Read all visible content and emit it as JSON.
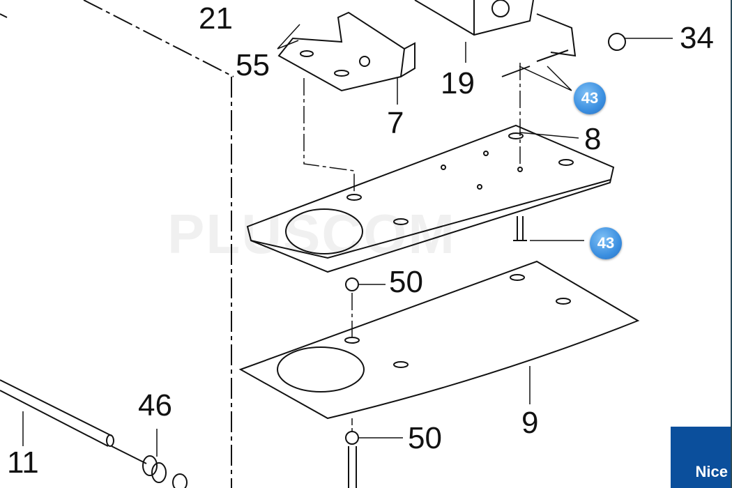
{
  "labels": {
    "l21": "21",
    "l55": "55",
    "l7": "7",
    "l19": "19",
    "l34": "34",
    "l8": "8",
    "l50a": "50",
    "l9": "9",
    "l50b": "50",
    "l46": "46",
    "l11": "11"
  },
  "badges": [
    "43",
    "43"
  ],
  "watermark": "PLUSCOM",
  "logo": "Nice",
  "colors": {
    "badge": "#3b8fe0",
    "logo_bg": "#0b4f9c"
  }
}
